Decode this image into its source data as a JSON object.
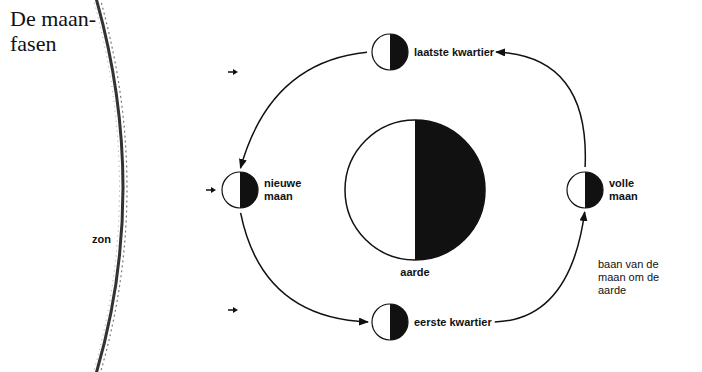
{
  "diagram": {
    "title": "De maan- fasen",
    "nodes": [
      {
        "text": [
          "laatste kwartier"
        ]
      },
      {
        "text": [
          "nieuwe maan"
        ]
      },
      {
        "text": [
          "aarde"
        ]
      },
      {
        "text": [
          "volle maan"
        ]
      },
      {
        "text": [
          "eerste kwartier"
        ]
      }
    ],
    "edges": [
      {
        "from": 0,
        "to": 1,
        "arrow": "to"
      },
      {
        "from": 1,
        "to": 4,
        "arrow": "to"
      },
      {
        "from": 4,
        "to": 3,
        "arrow": "to"
      },
      {
        "from": 3,
        "to": 0,
        "arrow": "to"
      }
    ],
    "labels": [
      "zon",
      "baan van de maan om de aarde"
    ]
  }
}
